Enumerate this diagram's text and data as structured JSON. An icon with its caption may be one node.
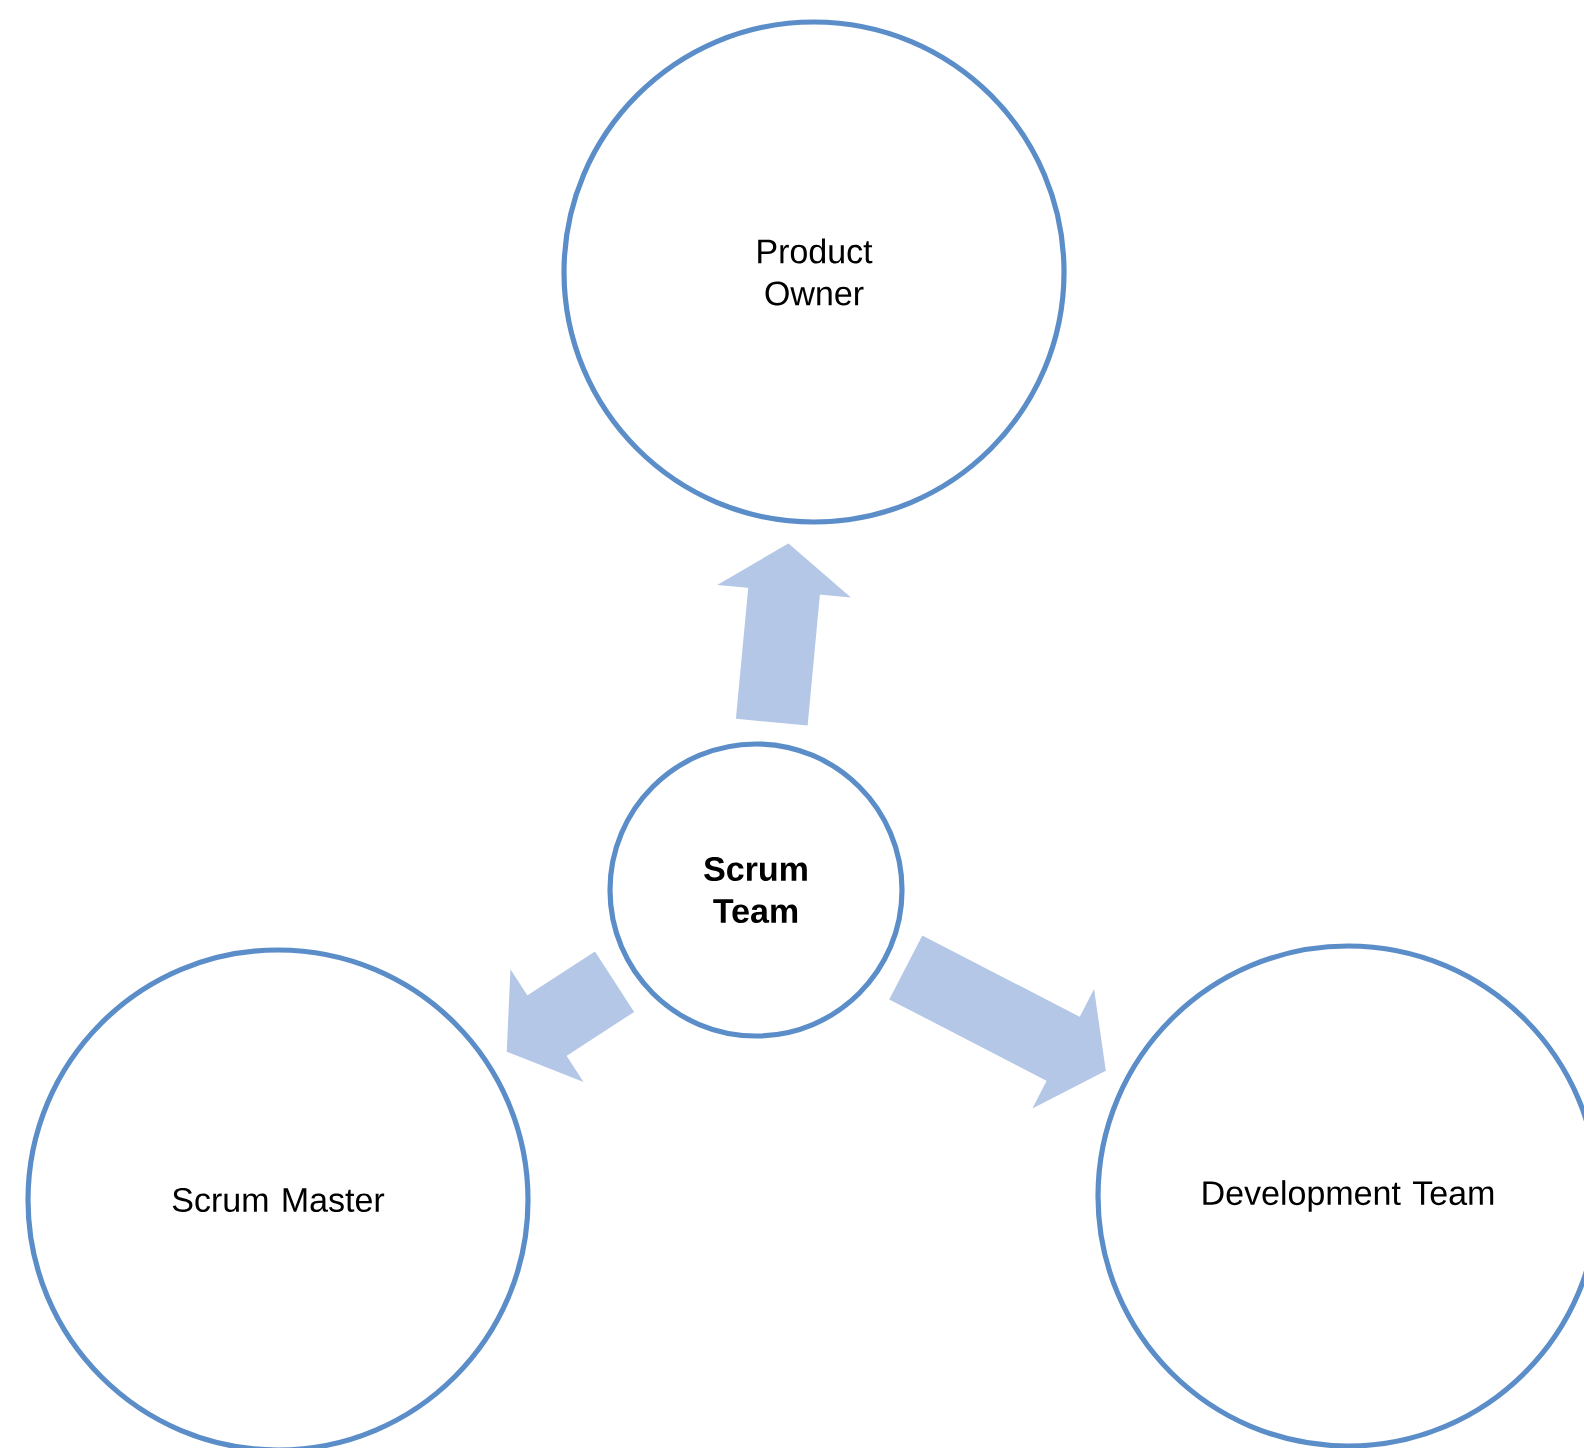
{
  "diagram": {
    "nodes": [
      {
        "text": [
          "Product Owner"
        ]
      },
      {
        "text": [
          "Scrum Team"
        ]
      },
      {
        "text": [
          "Scrum Master"
        ]
      },
      {
        "text": [
          "Development Team"
        ]
      }
    ],
    "edges": [
      {
        "from": 1,
        "to": 0,
        "arrow": "to"
      },
      {
        "from": 1,
        "to": 2,
        "arrow": "to"
      },
      {
        "from": 1,
        "to": 3,
        "arrow": "to"
      }
    ]
  }
}
